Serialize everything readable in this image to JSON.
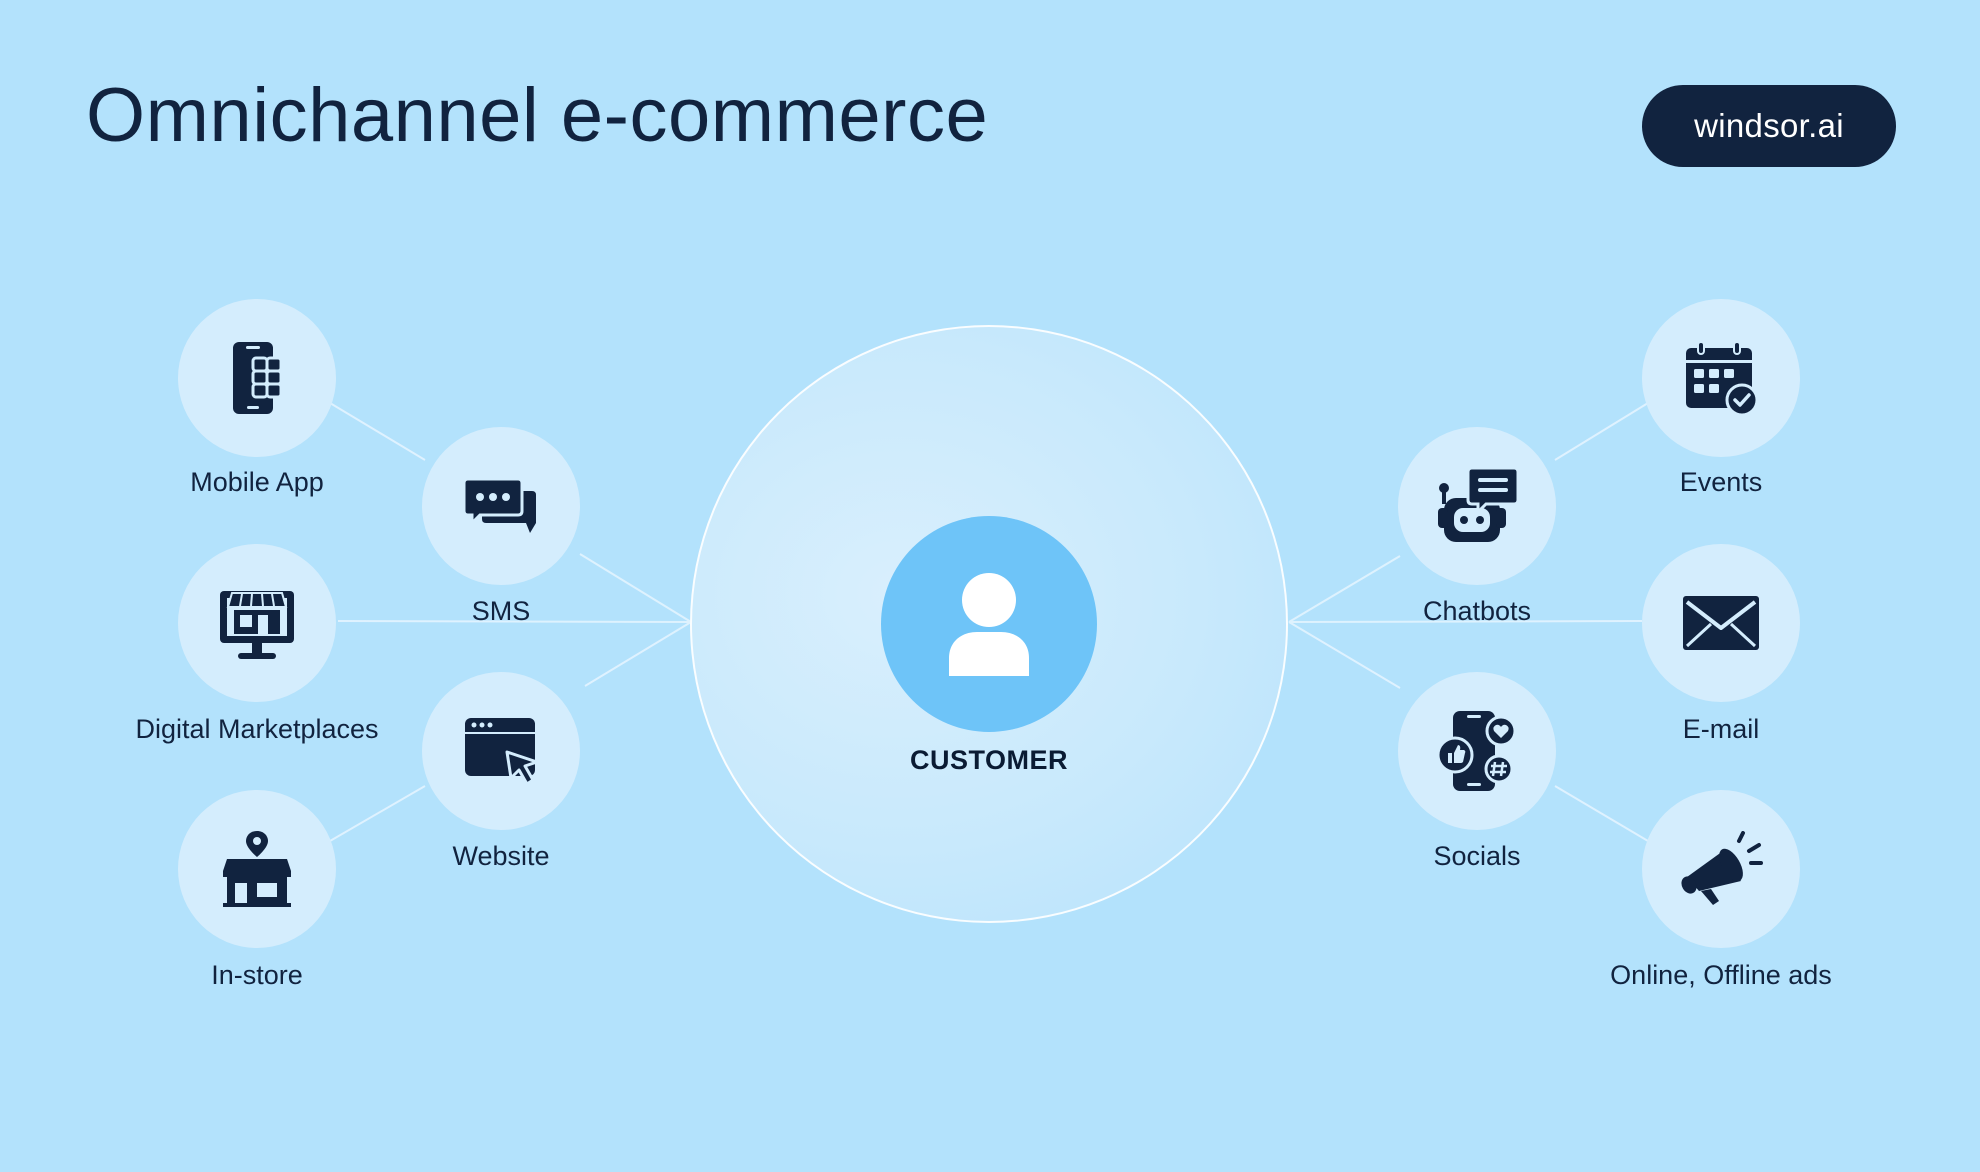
{
  "header": {
    "title": "Omnichannel e-commerce",
    "brand": "windsor.ai"
  },
  "center": {
    "label": "CUSTOMER",
    "icon": "user-icon"
  },
  "channels": {
    "mobile_app": {
      "label": "Mobile App",
      "icon": "smartphone-icon"
    },
    "sms": {
      "label": "SMS",
      "icon": "chat-bubbles-icon"
    },
    "digital_marketplaces": {
      "label": "Digital Marketplaces",
      "icon": "monitor-storefront-icon"
    },
    "website": {
      "label": "Website",
      "icon": "browser-cursor-icon"
    },
    "in_store": {
      "label": "In-store",
      "icon": "store-location-icon"
    },
    "events": {
      "label": "Events",
      "icon": "calendar-check-icon"
    },
    "chatbots": {
      "label": "Chatbots",
      "icon": "robot-chat-icon"
    },
    "email": {
      "label": "E-mail",
      "icon": "envelope-icon"
    },
    "socials": {
      "label": "Socials",
      "icon": "social-phone-icon"
    },
    "ads": {
      "label": "Online, Offline ads",
      "icon": "megaphone-icon"
    }
  },
  "colors": {
    "background": "#b3e2fc",
    "node_fill": "#d4edfd",
    "center_fill": "#6ec4f8",
    "dark": "#11233f"
  }
}
